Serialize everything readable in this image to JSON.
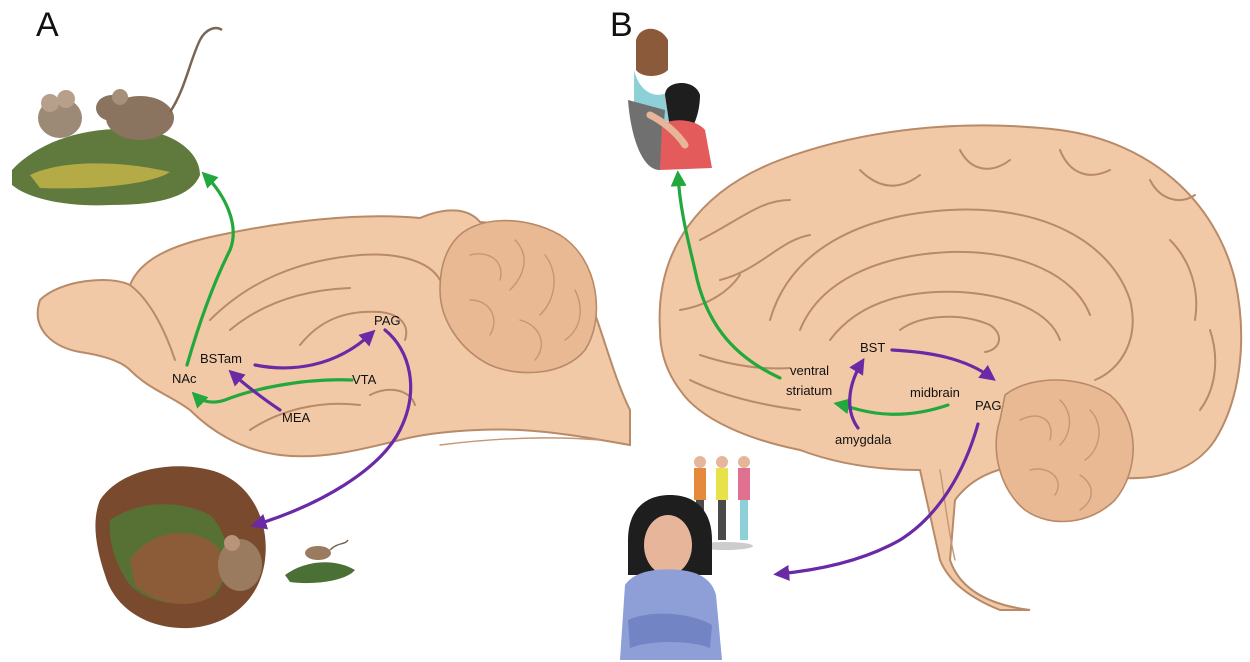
{
  "panels": [
    {
      "letter": "A",
      "regions": {
        "nac": "NAc",
        "bstam": "BSTam",
        "vta": "VTA",
        "mea": "MEA",
        "pag": "PAG"
      }
    },
    {
      "letter": "B",
      "regions": {
        "ventral": "ventral",
        "striatum": "striatum",
        "bst": "BST",
        "midbrain": "midbrain",
        "pag": "PAG",
        "amygdala": "amygdala"
      }
    }
  ],
  "colors": {
    "approach_pathway": "#22a83c",
    "avoidance_pathway": "#6a2aa5",
    "brain_tissue": "#f2c9a6",
    "brain_outline": "#b98a67"
  }
}
